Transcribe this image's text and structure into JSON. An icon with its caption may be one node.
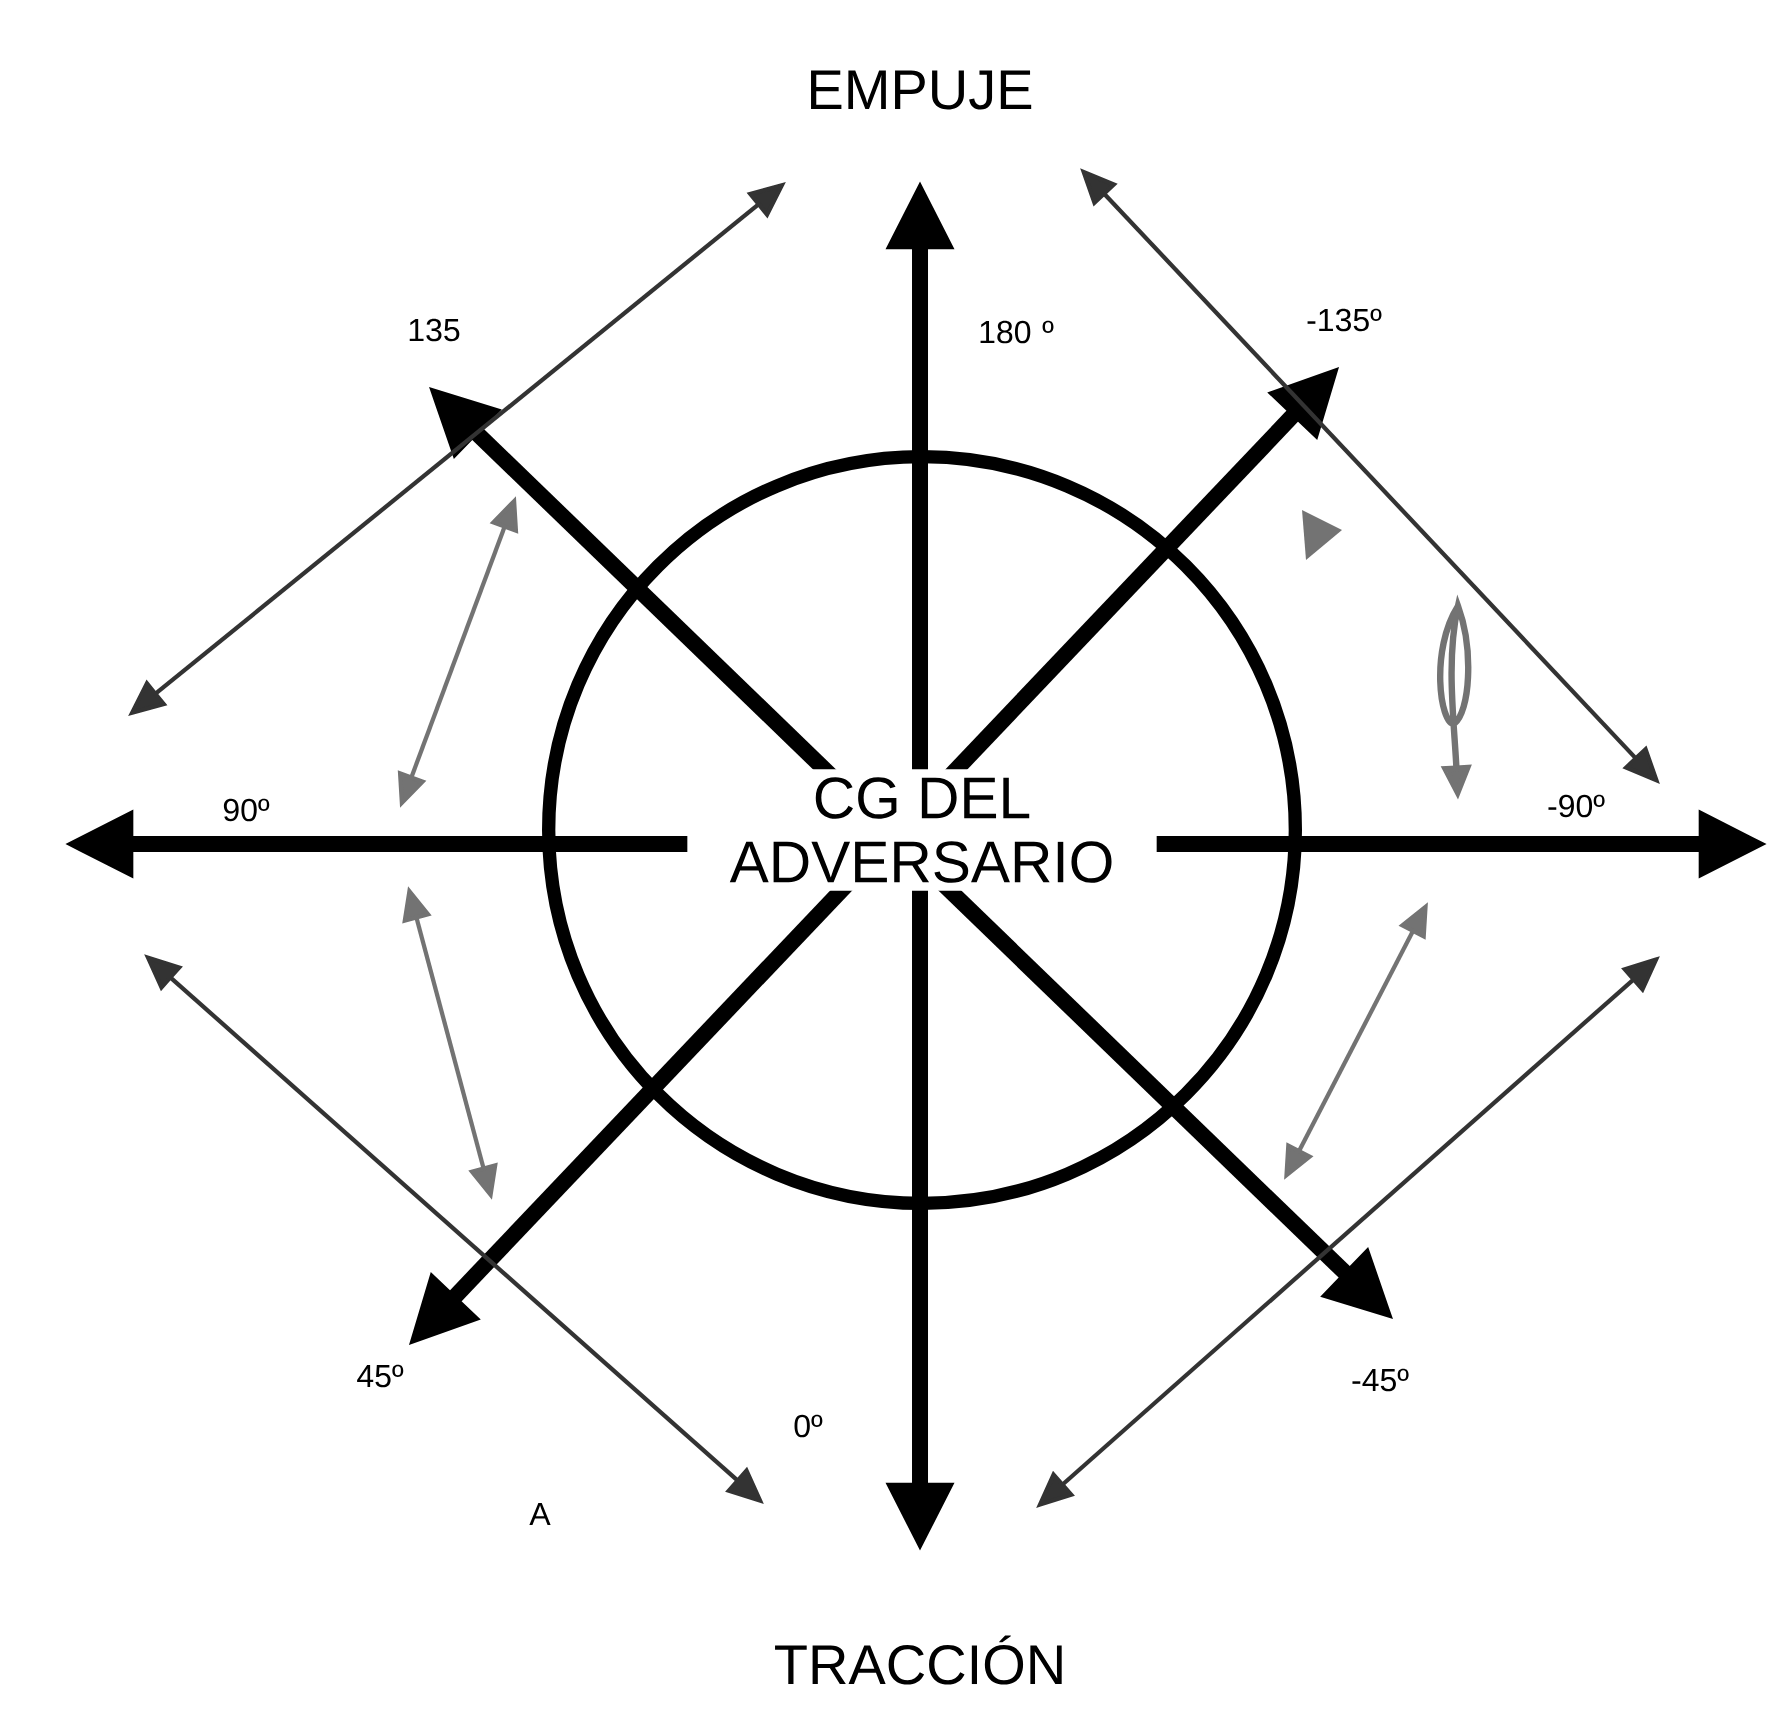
{
  "diagram": {
    "nodes": [
      {
        "text": [
          "CG DEL ADVERSARIO"
        ]
      }
    ],
    "labels": [
      "EMPUJE",
      "135",
      "180 º",
      "-135º",
      "90º",
      "-90º",
      "45º",
      "0º",
      "-45º",
      "A",
      "TRACCIÓN"
    ]
  }
}
